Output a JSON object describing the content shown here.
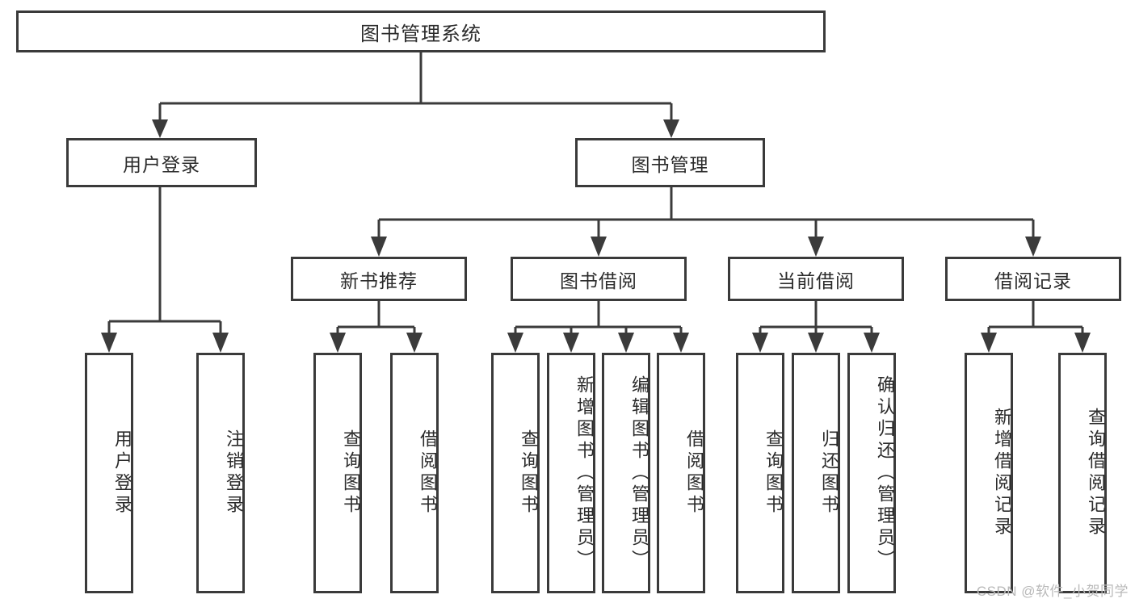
{
  "diagram": {
    "title": "图书管理系统",
    "type": "tree",
    "orientation": "top-down",
    "colors": {
      "box_border": "#3a3a3a",
      "box_fill": "#ffffff",
      "connector": "#3b3b3b",
      "text": "#2b2b2b",
      "watermark": "#b9b9b9",
      "background": "#ffffff"
    },
    "root": {
      "label": "图书管理系统"
    },
    "level2": [
      {
        "label": "用户登录"
      },
      {
        "label": "图书管理"
      }
    ],
    "level3": [
      {
        "label": "新书推荐"
      },
      {
        "label": "图书借阅"
      },
      {
        "label": "当前借阅"
      },
      {
        "label": "借阅记录"
      }
    ],
    "leaves": {
      "user_login": [
        {
          "label": "用户登录"
        },
        {
          "label": "注销登录"
        }
      ],
      "new_book_recommend": [
        {
          "label": "查询图书"
        },
        {
          "label": "借阅图书"
        }
      ],
      "book_borrow": [
        {
          "label": "查询图书"
        },
        {
          "label": "新增图书（管理员）"
        },
        {
          "label": "编辑图书（管理员）"
        },
        {
          "label": "借阅图书"
        }
      ],
      "current_borrow": [
        {
          "label": "查询图书"
        },
        {
          "label": "归还图书"
        },
        {
          "label": "确认归还（管理员）"
        }
      ],
      "borrow_record": [
        {
          "label": "新增借阅记录"
        },
        {
          "label": "查询借阅记录"
        }
      ]
    }
  },
  "watermark": {
    "text": "CSDN @软件_小贺同学"
  }
}
